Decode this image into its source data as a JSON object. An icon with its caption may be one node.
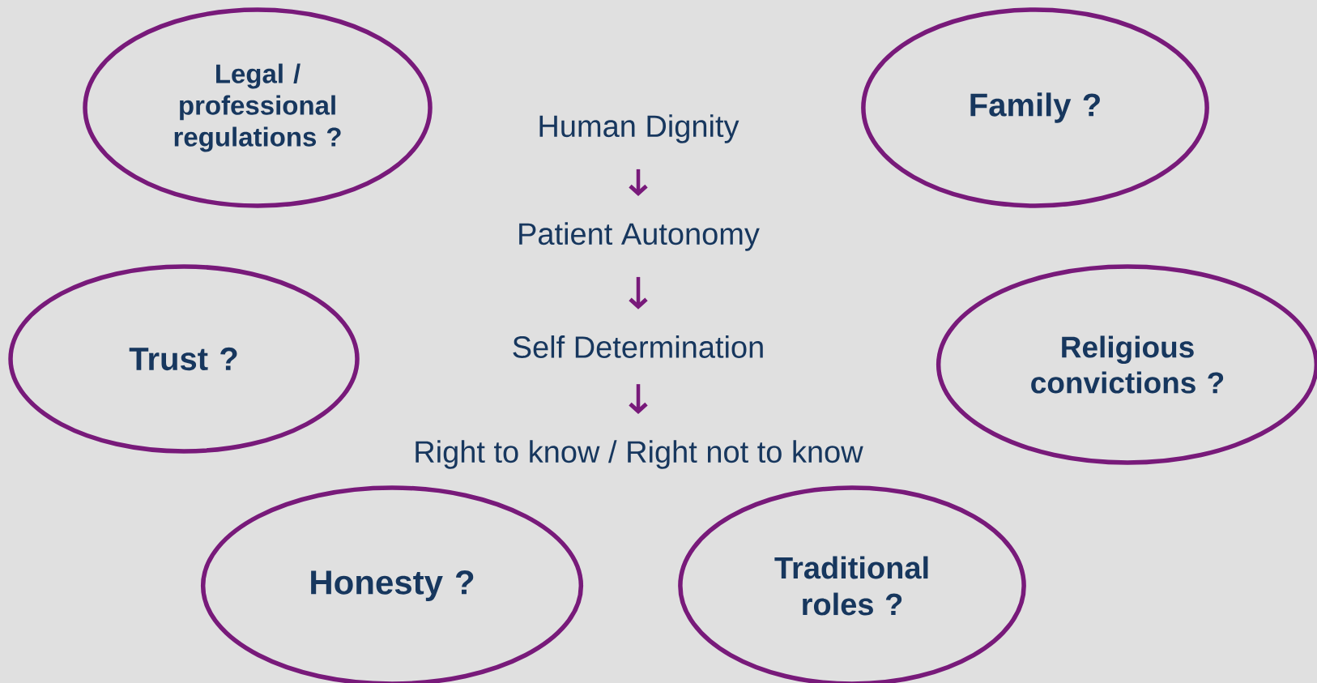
{
  "diagram": {
    "nodes": [
      {
        "text": [
          "Legal / professional regulations ?"
        ]
      },
      {
        "text": [
          "Human Dignity"
        ]
      },
      {
        "text": [
          "Family ?"
        ]
      },
      {
        "text": [
          "Patient Autonomy"
        ]
      },
      {
        "text": [
          "Trust ?"
        ]
      },
      {
        "text": [
          "Self Determination"
        ]
      },
      {
        "text": [
          "Religious convictions ?"
        ]
      },
      {
        "text": [
          "Right to know / Right not to know"
        ]
      },
      {
        "text": [
          "Honesty ?"
        ]
      },
      {
        "text": [
          "Traditional roles ?"
        ]
      }
    ],
    "edges": [
      {
        "from": 1,
        "to": 3,
        "arrow": "to"
      },
      {
        "from": 3,
        "to": 5,
        "arrow": "to"
      },
      {
        "from": 5,
        "to": 7,
        "arrow": "to"
      }
    ]
  }
}
